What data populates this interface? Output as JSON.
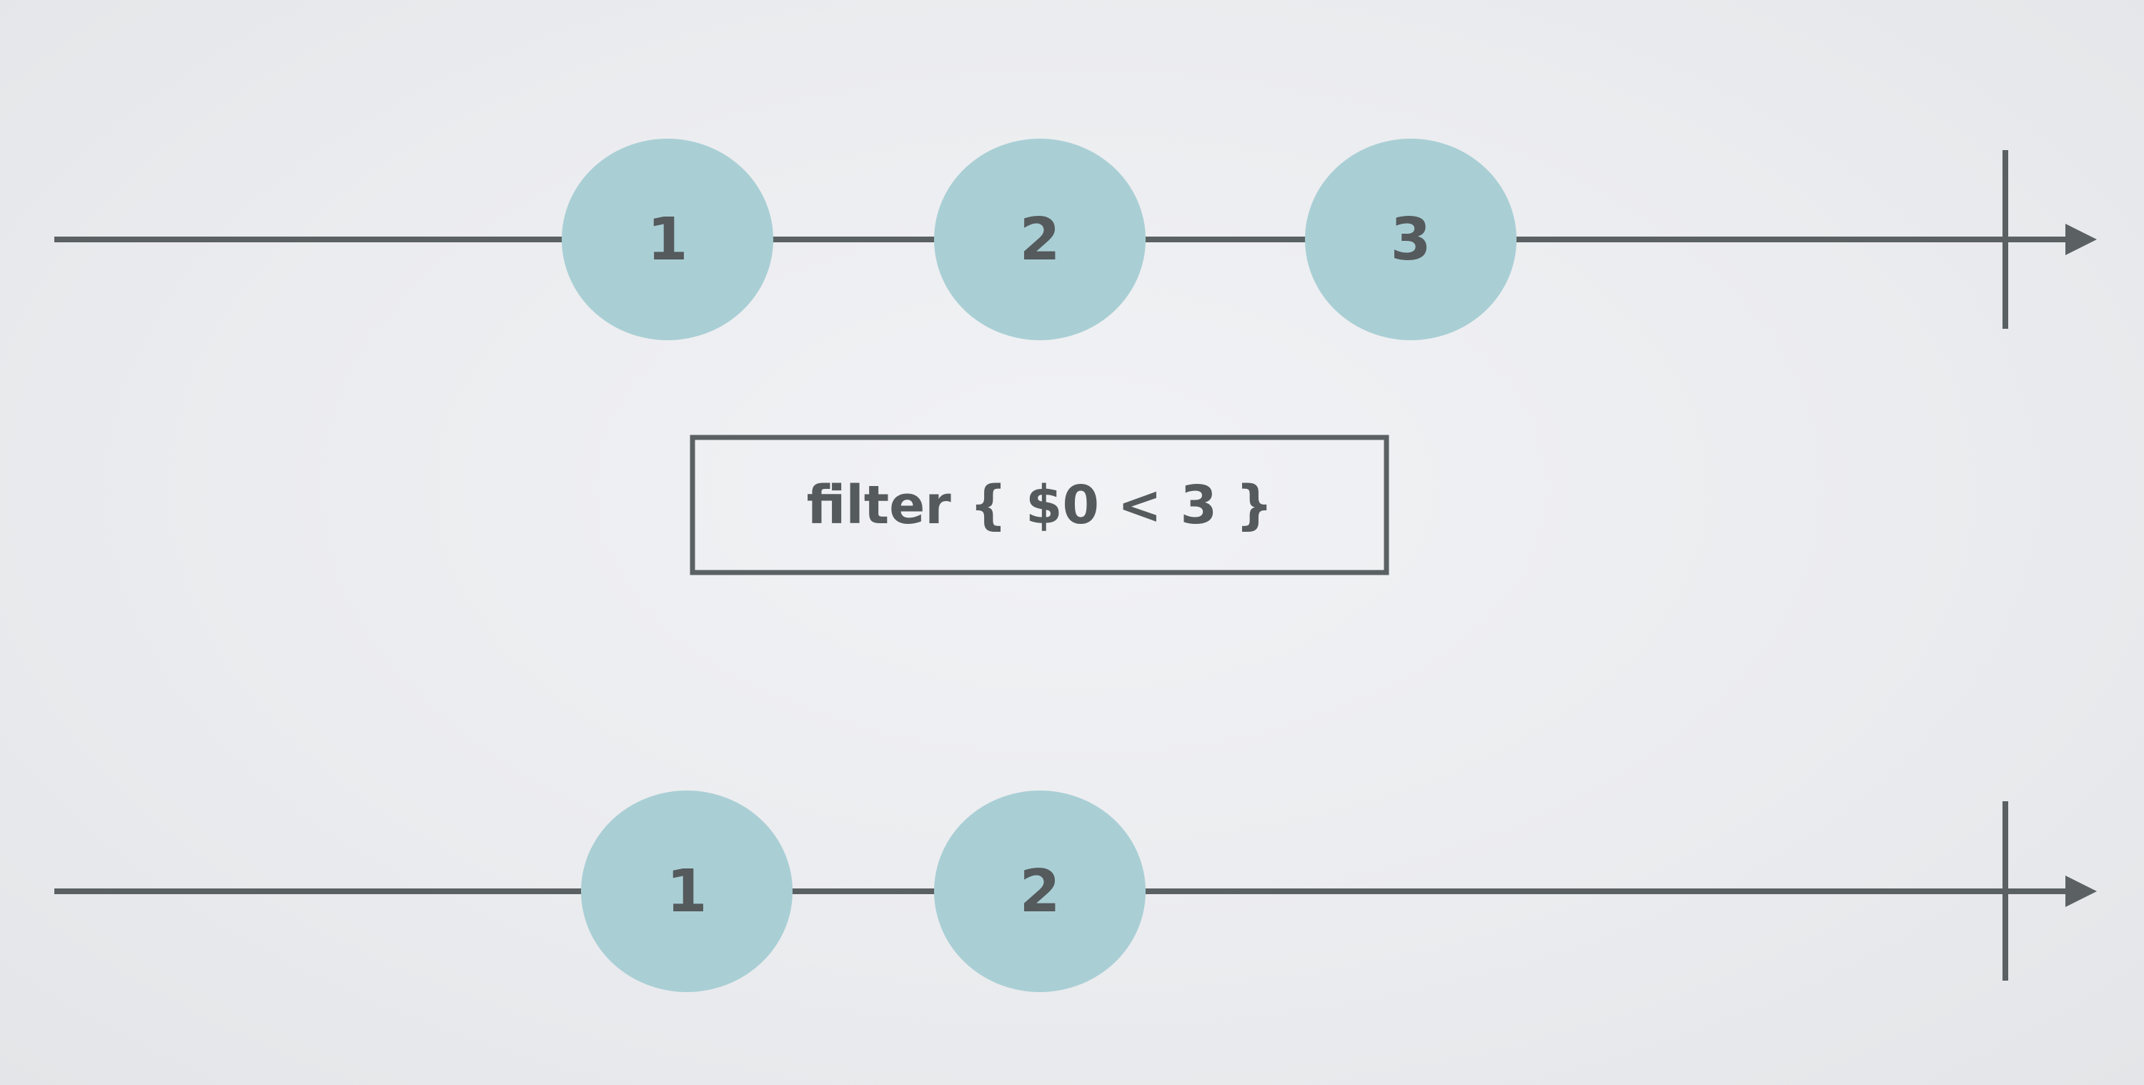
{
  "diagram": {
    "type": "marble-diagram",
    "colors": {
      "line": "#5b6163",
      "marble_fill": "#a9cfd5",
      "marble_text": "#555a5c",
      "box_stroke": "#5b6163"
    },
    "input_stream": {
      "marbles": [
        "1",
        "2",
        "3"
      ],
      "completes": true
    },
    "operator": {
      "label": "filter { $0 < 3 }"
    },
    "output_stream": {
      "marbles": [
        "1",
        "2"
      ],
      "completes": true
    }
  }
}
